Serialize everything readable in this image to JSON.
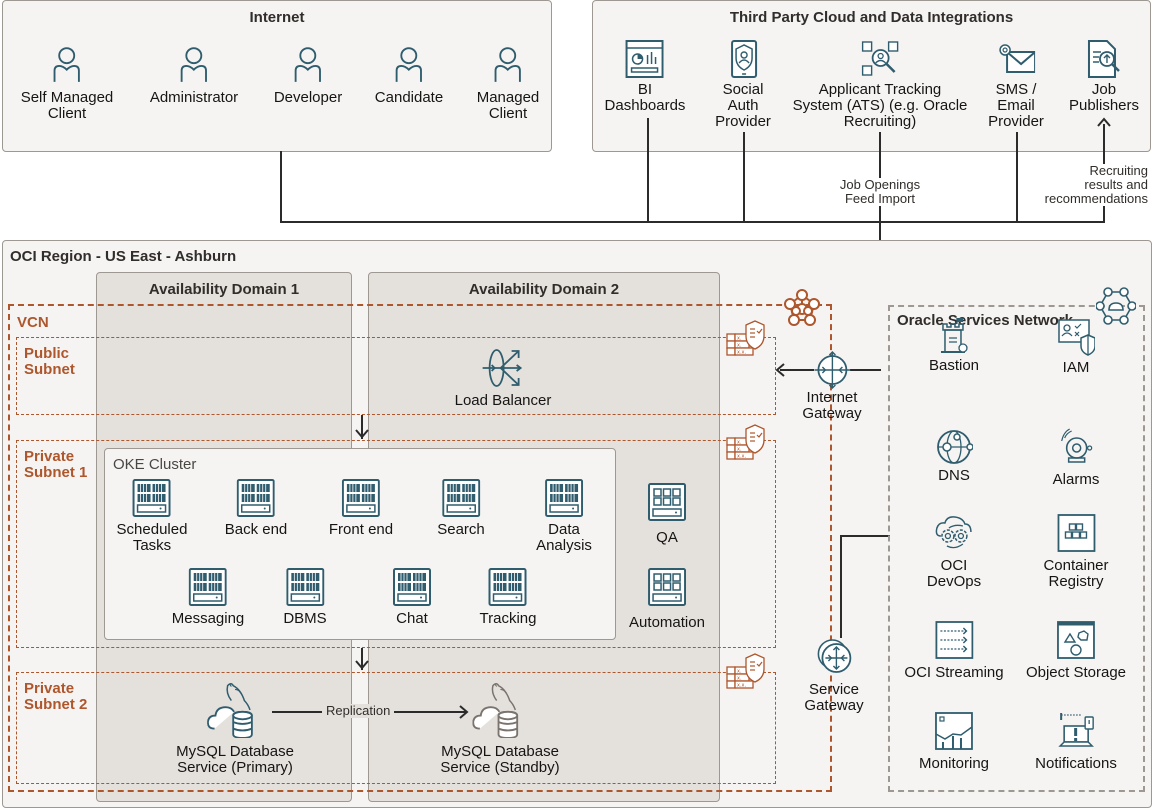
{
  "internet": {
    "title": "Internet",
    "users": [
      {
        "icon": "user-icon",
        "label": [
          "Self Managed",
          "Client"
        ]
      },
      {
        "icon": "user-icon",
        "label": [
          "Administrator"
        ]
      },
      {
        "icon": "user-icon",
        "label": [
          "Developer"
        ]
      },
      {
        "icon": "user-icon",
        "label": [
          "Candidate"
        ]
      },
      {
        "icon": "user-icon",
        "label": [
          "Managed",
          "Client"
        ]
      }
    ]
  },
  "third_party": {
    "title": "Third Party Cloud and Data Integrations",
    "items": [
      {
        "icon": "dashboard-icon",
        "label": [
          "BI",
          "Dashboards"
        ]
      },
      {
        "icon": "social-auth-icon",
        "label": [
          "Social",
          "Auth",
          "Provider"
        ]
      },
      {
        "icon": "applicant-tracking-icon",
        "label": [
          "Applicant Tracking",
          "System (ATS) (e.g. Oracle",
          "Recruiting)"
        ]
      },
      {
        "icon": "email-icon",
        "label": [
          "SMS /",
          "Email",
          "Provider"
        ]
      },
      {
        "icon": "job-publisher-icon",
        "label": [
          "Job",
          "Publishers"
        ]
      }
    ]
  },
  "connectors": {
    "job_openings": [
      "Job Openings",
      "Feed Import"
    ],
    "recruiting": [
      "Recruiting",
      "results and",
      "recommendations"
    ],
    "replication": "Replication"
  },
  "region": {
    "title": "OCI Region - US East - Ashburn",
    "ad1": "Availability Domain 1",
    "ad2": "Availability Domain 2",
    "vcn": "VCN",
    "public_subnet": [
      "Public",
      "Subnet"
    ],
    "private_subnet_1": [
      "Private",
      "Subnet 1"
    ],
    "private_subnet_2": [
      "Private",
      "Subnet 2"
    ],
    "load_balancer": "Load Balancer",
    "internet_gateway": [
      "Internet",
      "Gateway"
    ],
    "service_gateway": [
      "Service",
      "Gateway"
    ],
    "oke": {
      "title": "OKE Cluster",
      "row1": [
        {
          "label": [
            "Scheduled",
            "Tasks"
          ]
        },
        {
          "label": [
            "Back end"
          ]
        },
        {
          "label": [
            "Front end"
          ]
        },
        {
          "label": [
            "Search"
          ]
        },
        {
          "label": [
            "Data",
            "Analysis"
          ]
        }
      ],
      "row2": [
        {
          "label": [
            "Messaging"
          ]
        },
        {
          "label": [
            "DBMS"
          ]
        },
        {
          "label": [
            "Chat"
          ]
        },
        {
          "label": [
            "Tracking"
          ]
        }
      ]
    },
    "vms": [
      {
        "label": [
          "QA"
        ]
      },
      {
        "label": [
          "Automation"
        ]
      }
    ],
    "mysql_primary": [
      "MySQL Database",
      "Service (Primary)"
    ],
    "mysql_standby": [
      "MySQL Database",
      "Service (Standby)"
    ]
  },
  "osn": {
    "title": "Oracle Services Network",
    "services": [
      {
        "icon": "bastion-icon",
        "label": [
          "Bastion"
        ]
      },
      {
        "icon": "iam-icon",
        "label": [
          "IAM"
        ]
      },
      {
        "icon": "dns-icon",
        "label": [
          "DNS"
        ]
      },
      {
        "icon": "alarms-icon",
        "label": [
          "Alarms"
        ]
      },
      {
        "icon": "devops-icon",
        "label": [
          "OCI",
          "DevOps"
        ]
      },
      {
        "icon": "container-registry-icon",
        "label": [
          "Container",
          "Registry"
        ]
      },
      {
        "icon": "streaming-icon",
        "label": [
          "OCI Streaming"
        ]
      },
      {
        "icon": "object-storage-icon",
        "label": [
          "Object Storage"
        ]
      },
      {
        "icon": "monitoring-icon",
        "label": [
          "Monitoring"
        ]
      },
      {
        "icon": "notifications-icon",
        "label": [
          "Notifications"
        ]
      }
    ]
  },
  "colors": {
    "teal": "#2f5d6e",
    "orange": "#ae562c",
    "gray_border": "#9e9892"
  }
}
